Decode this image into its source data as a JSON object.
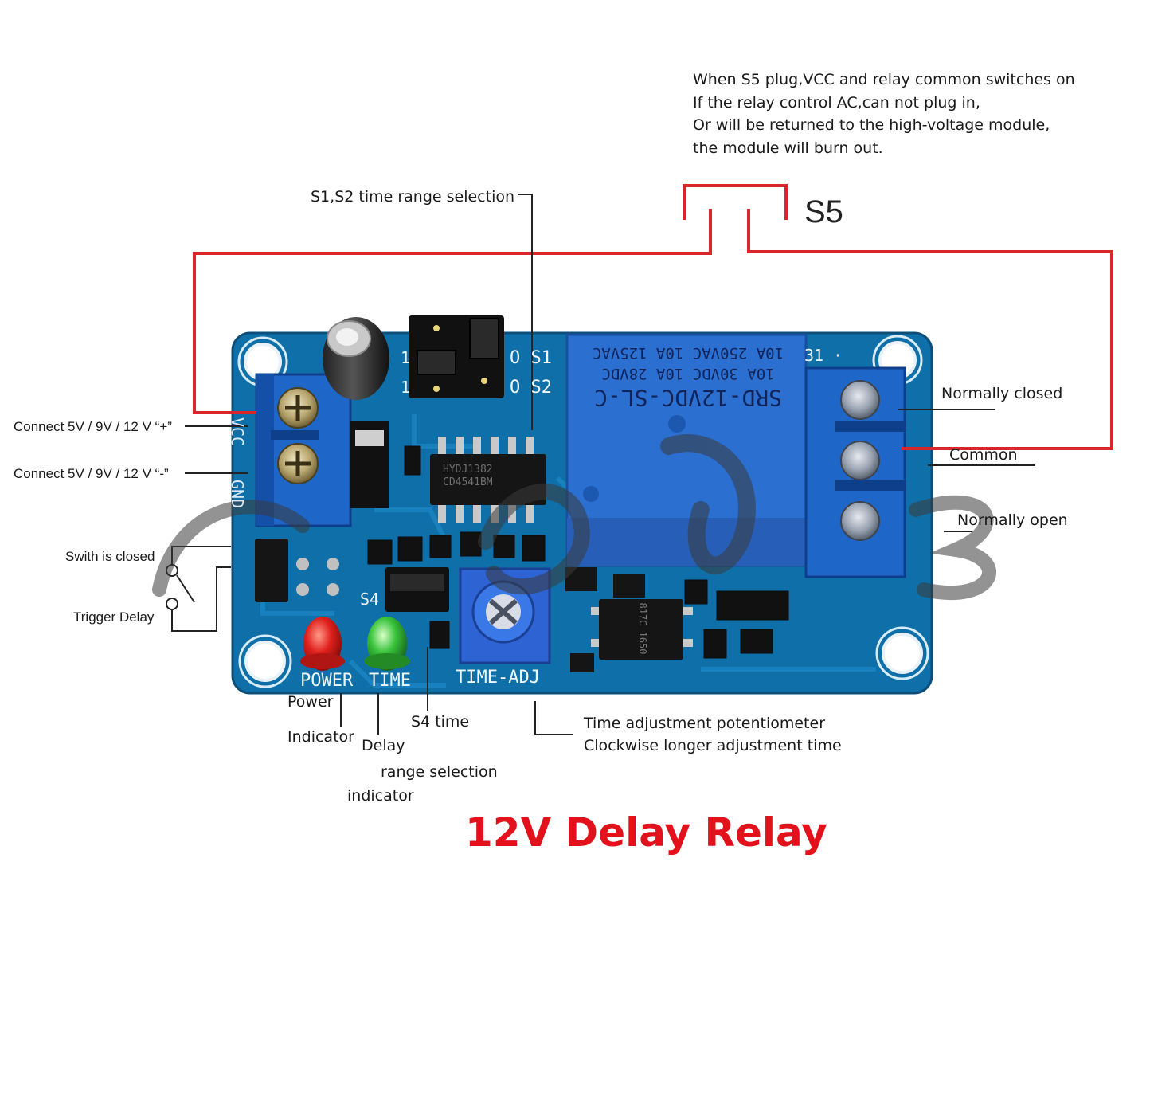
{
  "warning_note": [
    "When S5 plug,VCC and relay common switches on",
    "If the relay control AC,can not plug in,",
    "Or will be returned to the high-voltage module,",
    "the module will burn out."
  ],
  "s5_label": "S5",
  "labels": {
    "s1_s2": "S1,S2 time range selection",
    "connect_plus": "Connect  5V / 9V / 12 V “+”",
    "connect_minus": "Connect  5V / 9V / 12 V “-”",
    "switch_closed": "Swith is closed",
    "trigger_delay": "Trigger Delay",
    "normally_closed": "Normally closed",
    "common": "Common",
    "normally_open": "Normally open",
    "power": "Power",
    "indicator": "Indicator",
    "delay": "Delay",
    "indicator2": "indicator",
    "s4_time": "S4 time",
    "range_selection": "range selection",
    "pot_line1": "Time adjustment potentiometer",
    "pot_line2": "Clockwise longer adjustment time"
  },
  "board": {
    "relay_line1": "SRD-12VDC-SL-C",
    "relay_line2": "10A  30VDC  10A  28VDC",
    "relay_line3": "10A  250VAC  10A  125VAC",
    "ic_line1": "HYDJ1382",
    "ic_line2": "CD4541BM",
    "opto_text": "817C 1650",
    "silk_vcc": "VCC",
    "silk_gnd": "GND",
    "silk_s1": "O S1",
    "silk_s2": "O S2",
    "silk_s4": "S4",
    "silk_power": "POWER",
    "silk_time": "TIME",
    "silk_timeadj": "TIME-ADJ",
    "silk_31": "31 ·",
    "silk_1a": "1",
    "silk_1b": "1"
  },
  "title": "12V Delay Relay",
  "colors": {
    "wire_red": "#d9262b",
    "pcb_blue": "#0f6fa8",
    "terminal_blue": "#1e66c8",
    "relay_blue": "#2b6fd0",
    "title_red": "#e2111b",
    "led_red": "#e0201c",
    "led_green": "#37c23a"
  }
}
